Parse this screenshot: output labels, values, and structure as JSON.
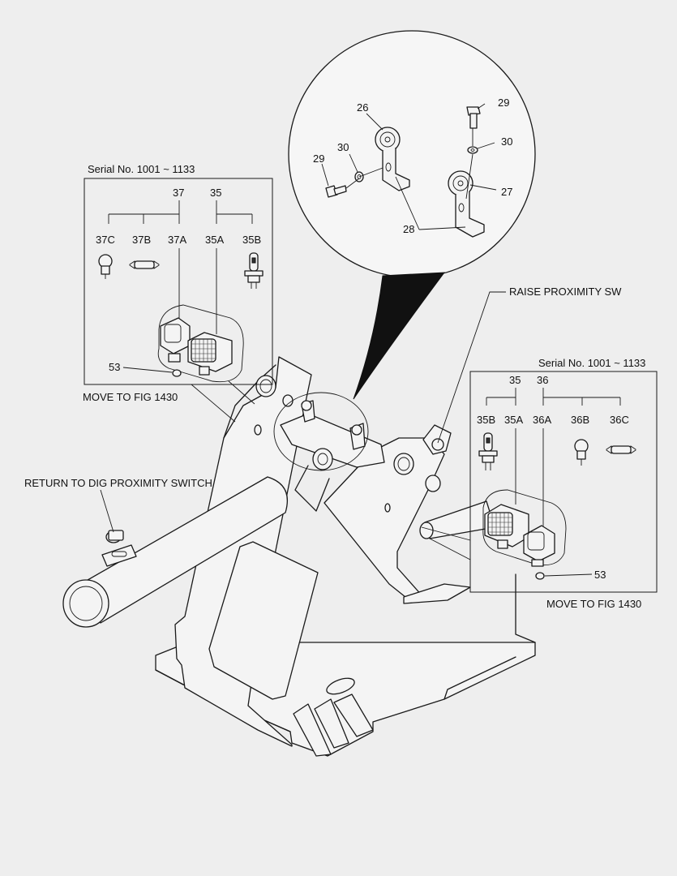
{
  "labels": {
    "serial_left": "Serial No. 1001 ~ 1133",
    "serial_right": "Serial No. 1001 ~ 1133",
    "move_left": "MOVE TO FIG 1430",
    "move_right": "MOVE TO FIG 1430",
    "raise_sw": "RAISE PROXIMITY SW",
    "return_sw": "RETURN TO DIG PROXIMITY SWITCH"
  },
  "callouts": {
    "p26": "26",
    "p27": "27",
    "p28": "28",
    "p29a": "29",
    "p29b": "29",
    "p30a": "30",
    "p30b": "30",
    "p37": "37",
    "p35l": "35",
    "p37c": "37C",
    "p37b": "37B",
    "p37a": "37A",
    "p35a_l": "35A",
    "p35b_l": "35B",
    "p53_l": "53",
    "p35r": "35",
    "p36": "36",
    "p35b_r": "35B",
    "p35a_r": "35A",
    "p36a": "36A",
    "p36b": "36B",
    "p36c": "36C",
    "p53_r": "53"
  },
  "colors": {
    "background": "#eeeeee",
    "line": "#1a1a1a",
    "fill": "#f4f4f4"
  }
}
